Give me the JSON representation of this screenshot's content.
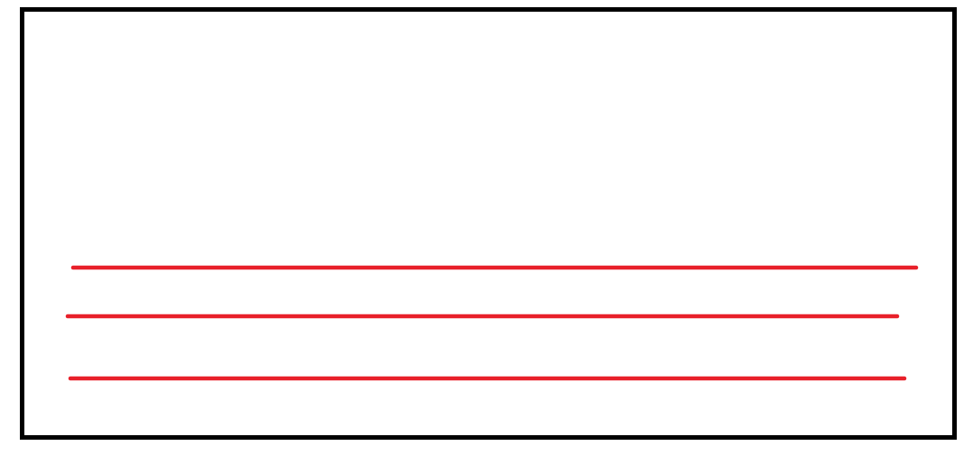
{
  "colors": {
    "frame": "#000000",
    "stroke": "#e8202a",
    "background": "#ffffff"
  },
  "strokes": [
    {
      "id": "stroke-1"
    },
    {
      "id": "stroke-2"
    },
    {
      "id": "stroke-3"
    }
  ]
}
